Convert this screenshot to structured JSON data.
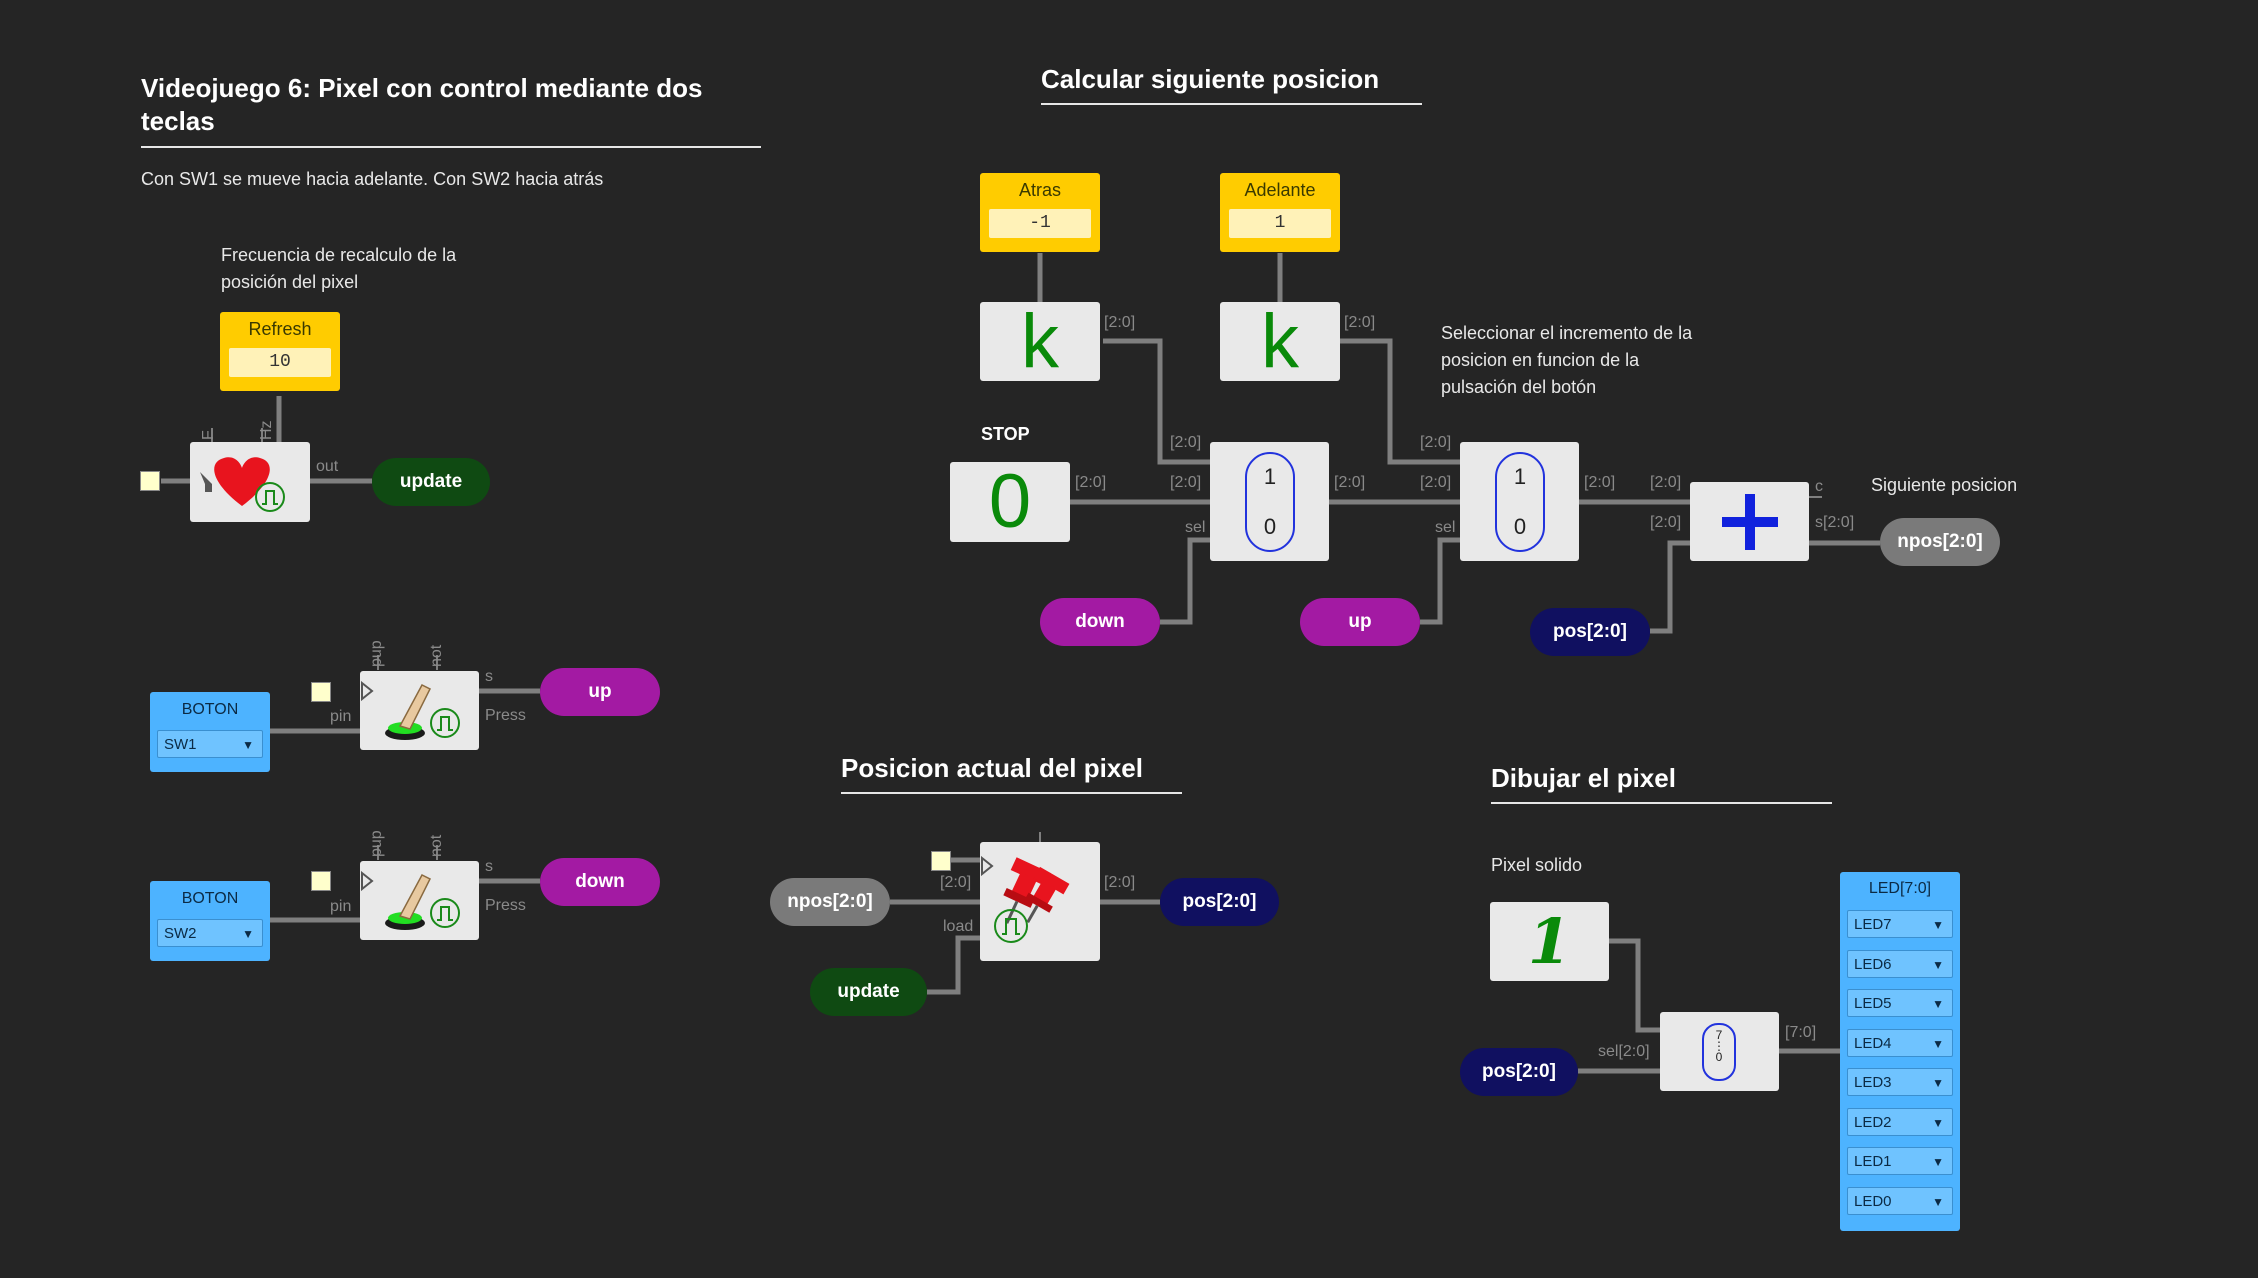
{
  "header": {
    "title": "Videojuego 6: Pixel con control mediante dos teclas",
    "subtitle": "Con SW1 se mueve hacia adelante. Con SW2 hacia atrás"
  },
  "refresh_section": {
    "comment": "Frecuencia de recalculo de la posición del pixel",
    "param_name": "Refresh",
    "param_value": "10",
    "port_f": "F",
    "port_hz": "Hz",
    "port_out": "out",
    "output_tag": "update"
  },
  "buttons": [
    {
      "title": "BOTON",
      "pin": "SW1",
      "pin_label": "pin",
      "pup": "pup",
      "not": "not",
      "s": "s",
      "press": "Press",
      "tag": "up"
    },
    {
      "title": "BOTON",
      "pin": "SW2",
      "pin_label": "pin",
      "pup": "pup",
      "not": "not",
      "s": "s",
      "press": "Press",
      "tag": "down"
    }
  ],
  "calc_section": {
    "title": "Calcular siguiente posicion",
    "atras_name": "Atras",
    "atras_value": "-1",
    "adelante_name": "Adelante",
    "adelante_value": "1",
    "k_symbol": "k",
    "stop_label": "STOP",
    "stop_value": "0",
    "bus": "[2:0]",
    "mux_one": "1",
    "mux_zero": "0",
    "sel": "sel",
    "comment": "Seleccionar el incremento de la posicion en funcion de la pulsación del botón",
    "down_tag": "down",
    "up_tag": "up",
    "adder_symbol": "+",
    "adder_c": "c",
    "adder_s": "s[2:0]",
    "pos_tag": "pos[2:0]",
    "next_label": "Siguiente posicion",
    "npos_tag": "npos[2:0]"
  },
  "pos_section": {
    "title": "Posicion actual del pixel",
    "npos_tag": "npos[2:0]",
    "bus_in": "[2:0]",
    "bus_out": "[2:0]",
    "load": "load",
    "update_tag": "update",
    "pos_tag": "pos[2:0]"
  },
  "draw_section": {
    "title": "Dibujar el pixel",
    "comment": "Pixel solido",
    "one_symbol": "1",
    "pos_tag": "pos[2:0]",
    "sel_label": "sel[2:0]",
    "bus_out": "[7:0]",
    "demux_top": "7",
    "demux_bottom": "0",
    "led_title": "LED[7:0]",
    "leds": [
      "LED7",
      "LED6",
      "LED5",
      "LED4",
      "LED3",
      "LED2",
      "LED1",
      "LED0"
    ]
  },
  "colors": {
    "background": "#252525",
    "param": "#ffcc00",
    "tag_green": "#0f4a12",
    "tag_purple": "#a31aa3",
    "tag_navy": "#101060",
    "tag_gray": "#7a7a7a",
    "boton": "#4db3ff",
    "k_green": "#0a8a0a",
    "adder_blue": "#1122dd"
  }
}
